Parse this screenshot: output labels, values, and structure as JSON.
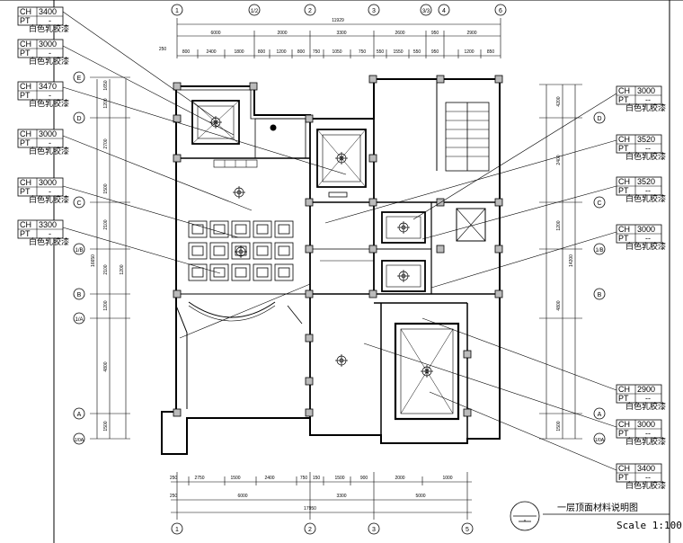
{
  "title": "一层顶面材料说明图",
  "scale": "Scale 1:100",
  "left_tags": [
    {
      "ch": "CH",
      "ch_value": "3400",
      "pt": "PT",
      "pt_value": "-",
      "material": "白色乳胶漆"
    },
    {
      "ch": "CH",
      "ch_value": "3000",
      "pt": "PT",
      "pt_value": "-",
      "material": "白色乳胶漆"
    },
    {
      "ch": "CH",
      "ch_value": "3470",
      "pt": "PT",
      "pt_value": "-",
      "material": "白色乳胶漆"
    },
    {
      "ch": "CH",
      "ch_value": "3000",
      "pt": "PT",
      "pt_value": "-",
      "material": "白色乳胶漆"
    },
    {
      "ch": "CH",
      "ch_value": "3000",
      "pt": "PT",
      "pt_value": "-",
      "material": "白色乳胶漆"
    },
    {
      "ch": "CH",
      "ch_value": "3300",
      "pt": "PT",
      "pt_value": "-",
      "material": "白色乳胶漆"
    }
  ],
  "right_tags": [
    {
      "ch": "CH",
      "ch_value": "3000",
      "pt": "PT",
      "pt_value": "--",
      "material": "白色乳胶漆"
    },
    {
      "ch": "CH",
      "ch_value": "3520",
      "pt": "PT",
      "pt_value": "--",
      "material": "白色乳胶漆"
    },
    {
      "ch": "CH",
      "ch_value": "3520",
      "pt": "PT",
      "pt_value": "--",
      "material": "白色乳胶漆"
    },
    {
      "ch": "CH",
      "ch_value": "3000",
      "pt": "PT",
      "pt_value": "--",
      "material": "白色乳胶漆"
    },
    {
      "ch": "CH",
      "ch_value": "2900",
      "pt": "PT",
      "pt_value": "--",
      "material": "白色乳胶漆"
    },
    {
      "ch": "CH",
      "ch_value": "3000",
      "pt": "PT",
      "pt_value": "--",
      "material": "白色乳胶漆"
    },
    {
      "ch": "CH",
      "ch_value": "3400",
      "pt": "PT",
      "pt_value": "--",
      "material": "白色乳胶漆"
    }
  ],
  "top_axis_labels": [
    "1",
    "1/2",
    "2",
    "3",
    "3/3",
    "4",
    "6"
  ],
  "bottom_axis_labels": [
    "1",
    "2",
    "3",
    "5"
  ],
  "left_axis_labels": [
    "E",
    "D",
    "C",
    "1/B",
    "B",
    "1/A",
    "A",
    "1/0A"
  ],
  "right_axis_labels": [
    "D",
    "C",
    "1/B",
    "B",
    "A",
    "1/0A"
  ],
  "top_overall": "11929",
  "top_dims_row1": [
    "6000",
    "2000",
    "3300",
    "2600",
    "950",
    "2900"
  ],
  "top_dims_row2": [
    "800",
    "2400",
    "1800",
    "800",
    "1200",
    "800",
    "750",
    "1050",
    "750",
    "550",
    "1550",
    "550",
    "950",
    "1200",
    "850"
  ],
  "top_left_dim": "250",
  "bottom_overall": "17950",
  "bottom_dims_row1": [
    "250",
    "2750",
    "1500",
    "2400",
    "750",
    "150",
    "1500",
    "900",
    "2000",
    "1000"
  ],
  "bottom_dims_row2": [
    "250",
    "6000",
    "3300",
    "5000"
  ],
  "left_overall": "16650",
  "left_dims": [
    "1650",
    "1200",
    "2700",
    "1500",
    "2100",
    "2100",
    "1200",
    "4800",
    "1500",
    "1200"
  ],
  "right_overall": "14200",
  "right_dims": [
    "4200",
    "2400",
    "1200",
    "4800",
    "1500"
  ]
}
